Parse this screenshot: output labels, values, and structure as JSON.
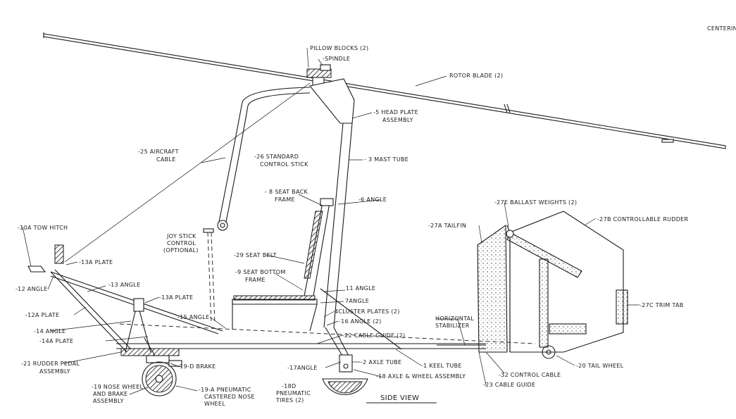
{
  "labels": {
    "centering": "CENTERIN",
    "pillow_blocks": "PILLOW BLOCKS (2)",
    "spindle": "-SPINDLE",
    "rotor_blade": "ROTOR BLADE (2)",
    "head_plate_1": "-5 HEAD PLATE",
    "head_plate_2": "ASSEMBLY",
    "aircraft_cable_1": "-25 AIRCRAFT",
    "aircraft_cable_2": "CABLE",
    "control_stick_1": "-26 STANDARD",
    "control_stick_2": "CONTROL STICK",
    "mast_tube": "- 3 MAST TUBE",
    "seat_back_1": "- 8 SEAT BACK",
    "seat_back_2": "FRAME",
    "angle_6": "-6 ANGLE",
    "ballast": "-27E BALLAST WEIGHTS (2)",
    "tailfin": "-27A TAILFIN",
    "rudder": "-27B CONTROLLABLE RUDDER",
    "tow_hitch": "-10A TOW HITCH",
    "joy_1": "JOY STICK",
    "joy_2": "CONTROL",
    "joy_3": "(OPTIONAL)",
    "seat_belt": "-29 SEAT BELT",
    "plate_13a_top": "-13A PLATE",
    "seat_bottom_1": "-9 SEAT BOTTOM",
    "seat_bottom_2": "FRAME",
    "angle_12": "-12 ANGLE",
    "angle_13": "-13 ANGLE",
    "angle_11": "11 ANGLE",
    "plate_13a_mid": "-13A PLATE",
    "angle_7": "7ANGLE",
    "cluster": "4CLUSTER PLATES (2)",
    "plate_12a": "-12A PLATE",
    "angle_15": "-15 ANGLE",
    "angle_16": "-16 ANGLE (2)",
    "horiz_1": "HORIZONTAL",
    "horiz_2": "STABILIZER",
    "trim_tab": "-27C TRIM TAB",
    "angle_14": "-14 ANGLE",
    "plate_14a": "-14A PLATE",
    "cable_guide_22": "-22 CABLE GUIDE (2)",
    "rudder_pedal_1": "-21 RUDDER PEDAL",
    "rudder_pedal_2": "ASSEMBLY",
    "brake": "-19-D BRAKE",
    "axle_tube": "-2 AXLE TUBE",
    "angle_17": "-17ANGLE",
    "keel_tube": "-1 KEEL TUBE",
    "control_cable": "-32 CONTROL CABLE",
    "tail_wheel": "-20 TAIL WHEEL",
    "axle_wheel": "-18 AXLE & WHEEL ASSEMBLY",
    "cable_guide_23": "-23 CABLE GUIDE",
    "nose_wheel_1": "-19 NOSE WHEEL",
    "nose_wheel_2": "AND BRAKE",
    "nose_wheel_3": "ASSEMBLY",
    "castered_1": "-19-A PNEUMATIC",
    "castered_2": "CASTERED NOSE",
    "castered_3": "WHEEL",
    "tires_1": "-18D",
    "tires_2": "PNEUMATIC",
    "tires_3": "TIRES (2)",
    "side_view": "SIDE VIEW"
  }
}
